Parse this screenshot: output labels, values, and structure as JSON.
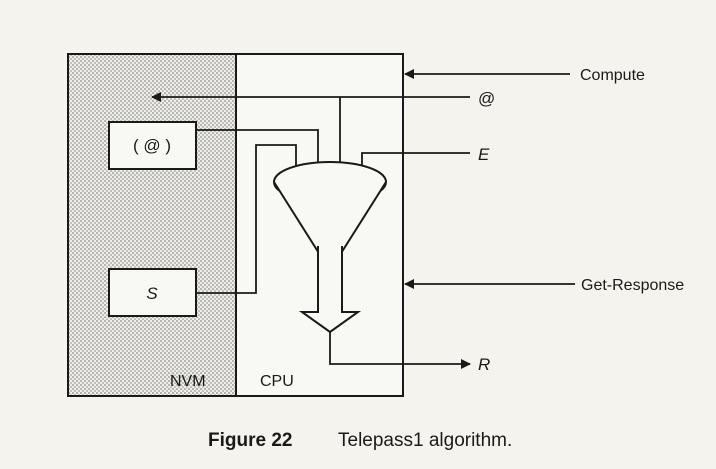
{
  "diagram": {
    "nvm_label": "NVM",
    "cpu_label": "CPU",
    "box_at_label": "( @ )",
    "box_s_label": "S",
    "input_compute": "Compute",
    "input_at": "@",
    "input_e": "E",
    "input_get_response": "Get-Response",
    "output_r": "R"
  },
  "caption": {
    "figure_number": "Figure 22",
    "title": "Telepass1 algorithm."
  },
  "colors": {
    "line": "#1a1a1a",
    "nvm_fill": "#d9d9d6",
    "paper": "#f4f3ee"
  }
}
